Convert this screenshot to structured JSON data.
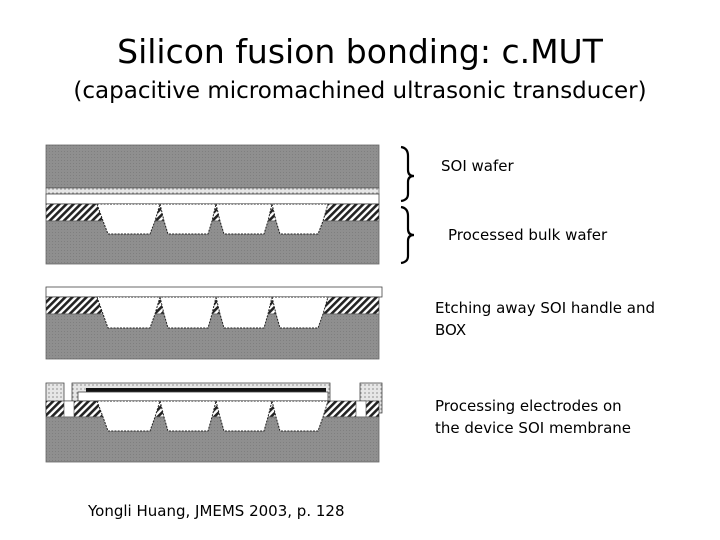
{
  "title": "Silicon fusion bonding: c.MUT",
  "subtitle": "(capacitive micromachined ultrasonic transducer)",
  "labels": {
    "soi_wafer": "SOI wafer",
    "processed_bulk_wafer": "Processed bulk wafer",
    "etching": "Etching away SOI  handle and BOX",
    "electrodes": "Processing electrodes on the device SOI membrane"
  },
  "citation": "Yongli Huang, JMEMS 2003, p. 128",
  "colors": {
    "silicon": "#8c8c8c",
    "oxide_dots": "#dddddd",
    "hatch": "#222222",
    "electrode": "#111111"
  }
}
